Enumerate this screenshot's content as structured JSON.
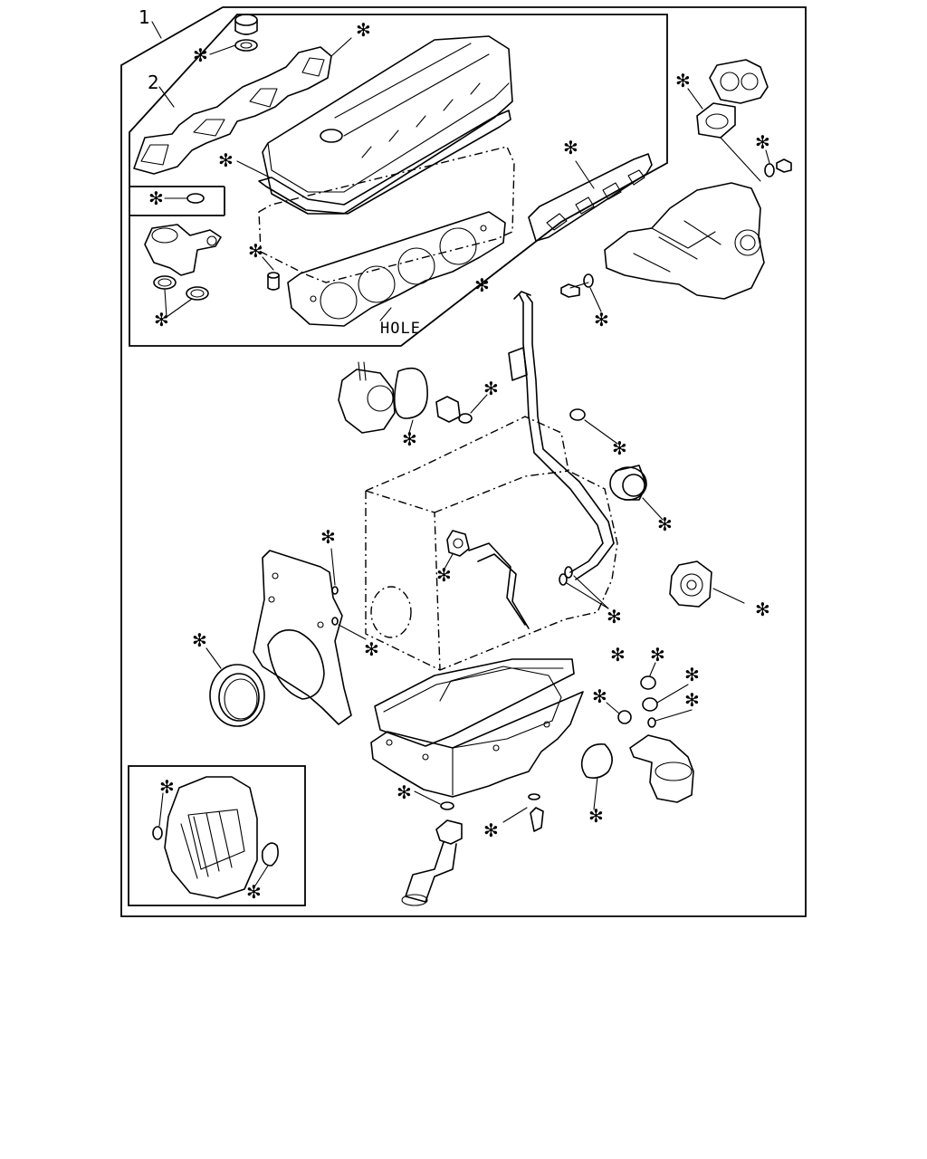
{
  "callouts": {
    "item_1": "1",
    "item_2": "2",
    "hole": "HOLE",
    "kit_marker": "✻"
  },
  "colors": {
    "line": "#000000",
    "background": "#ffffff"
  }
}
